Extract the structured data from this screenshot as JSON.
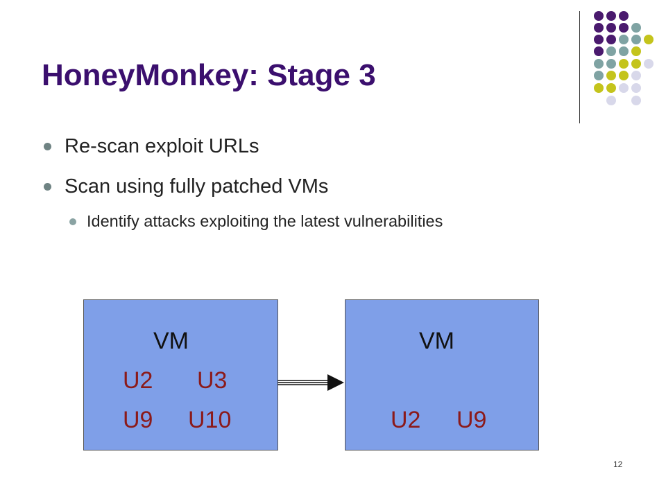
{
  "slide": {
    "title": "HoneyMonkey: Stage 3",
    "bullets": [
      "Re-scan exploit URLs",
      "Scan using fully patched VMs"
    ],
    "sub_bullets": [
      "Identify attacks exploiting the latest vulnerabilities"
    ],
    "page_number": "12"
  },
  "diagram": {
    "left_vm": {
      "label": "VM",
      "row1": [
        "U2",
        "U3"
      ],
      "row2": [
        "U9",
        "U10"
      ]
    },
    "right_vm": {
      "label": "VM",
      "row1": [
        "U2",
        "U9"
      ]
    }
  },
  "colors": {
    "title": "#3b0f6e",
    "vm_fill": "#7f9fe8",
    "vm_u_text": "#8b1a1a",
    "dot_purple": "#4a1a6e",
    "dot_teal": "#7fa3a3",
    "dot_olive": "#c4c41c",
    "dot_lavender": "#d8d8ea"
  }
}
